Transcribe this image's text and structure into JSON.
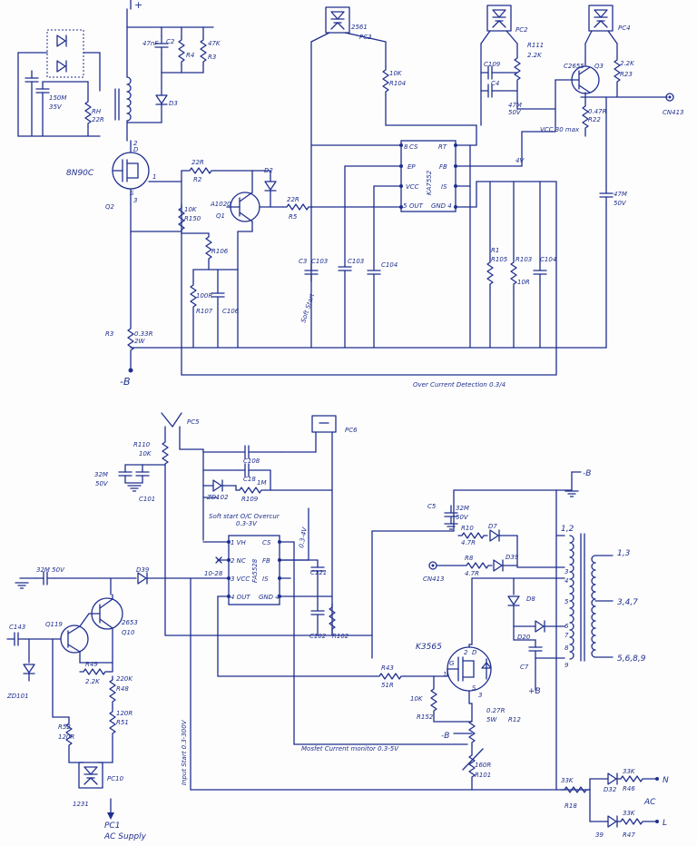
{
  "upper": {
    "vplus": "+",
    "vminus": "-B",
    "mosfet": {
      "part": "8N90C",
      "ref": "Q2",
      "gate_pin": "1",
      "drain_pin": "2",
      "source_pin": "3",
      "d": "D",
      "s": "S"
    },
    "r2": {
      "value": "22R",
      "ref": "R2"
    },
    "r150": {
      "value": "10K",
      "ref": "R150"
    },
    "r106": {
      "ref": "R106"
    },
    "r107": {
      "value": "100R",
      "ref": "R107"
    },
    "c106": {
      "ref": "C106"
    },
    "r3": {
      "ref": "R3",
      "value": "0.33R",
      "rating": "2W"
    },
    "q1": {
      "part": "A1020",
      "ref": "Q1"
    },
    "d2": "D2",
    "r5": {
      "value": "22R",
      "ref": "R5"
    },
    "d3": "D3",
    "c2": {
      "value": "47nF",
      "ref": "C2"
    },
    "r4": "R4",
    "r3top": {
      "value": "47K",
      "ref": "R3"
    },
    "bridge_c": {
      "value": "150M",
      "rating": "35V"
    },
    "r_small": {
      "value": "RH",
      "alt": "22R"
    },
    "pc3": {
      "label": "2561",
      "ref": "PC3"
    },
    "pc2": "PC2",
    "pc4": "PC4",
    "r104": {
      "value": "10K",
      "ref": "R104"
    },
    "r111": {
      "ref": "R111",
      "value": "2.2K"
    },
    "c109": "C109",
    "c4": "C4",
    "c47": {
      "value": "47M",
      "rating": "50V"
    },
    "q3": {
      "part": "C2655",
      "ref": "Q3"
    },
    "r23": {
      "value": "2.2K",
      "ref": "R23"
    },
    "r22": {
      "value": "0.47R",
      "ref": "R22"
    },
    "cn413": "CN413",
    "vcc": "VCC 30 max",
    "ic": {
      "name": "KA7552",
      "p8": "8",
      "p8n": "CS",
      "p7": "EP",
      "p6": "VCC",
      "p5": "5",
      "p5n": "OUT",
      "p1": "RT",
      "p2": "FB",
      "p3": "IS",
      "p4": "GND 4"
    },
    "v4": "4V",
    "c47b": {
      "value": "47M",
      "rating": "50V"
    },
    "c3": "C3",
    "c103": "C103",
    "c103b": "C103",
    "c104": "C104",
    "c104b": "C104",
    "soft": "Soft Start",
    "r1": {
      "ref": "R1",
      "val": "R105"
    },
    "r103": {
      "ref": "R103",
      "value": "10R"
    },
    "overcurrent": "Over Current Detection 0.3/4"
  },
  "lower": {
    "pc5": "PC5",
    "pc6": "PC6",
    "r110": {
      "ref": "R110",
      "value": "10K"
    },
    "c32": {
      "value": "32M",
      "rating": "50V"
    },
    "c101": "C101",
    "c108": "C108",
    "c18": "C18",
    "zd102": "ZD102",
    "r109": {
      "value": "1M",
      "ref": "R109"
    },
    "soft_note": "Soft start O/C Overcur",
    "soft_note2": "0.3-3V",
    "ic": {
      "name": "FA5528",
      "p1": "1 VH",
      "p2": "2 NC",
      "p3": "3 VCC",
      "p4": "4 OUT",
      "p8": "CS",
      "p7": "FB",
      "p6": "IS",
      "p5": "GND 4"
    },
    "v3": "0.3-4V",
    "c121": "C121",
    "c102": "C102",
    "r102": "R102",
    "v03": "10-28",
    "cap32": "32M 50V",
    "d39": "D39",
    "c143": "C143",
    "q119": "Q119",
    "q10": {
      "part": "2653",
      "ref": "Q10"
    },
    "r49": {
      "value": "2.2K",
      "ref": "R49"
    },
    "r48": {
      "value": "220K",
      "ref": "R48"
    },
    "r51": {
      "value": "120R",
      "ref": "R51"
    },
    "r52": {
      "ref": "R52",
      "value": "120R"
    },
    "zd101": "ZD101",
    "pc10": "PC10",
    "n1231": "1231",
    "pc1": "PC1",
    "acsupply": "AC Supply",
    "inputstart": "Input Start 0.3-300V",
    "cs": "C5",
    "c32b": {
      "value": "32M",
      "rating": "50V"
    },
    "r10": {
      "ref": "R10",
      "value": "4.7R"
    },
    "d7": "D7",
    "r8": {
      "ref": "R8",
      "value": "4.7R"
    },
    "d39b": "D39",
    "cn413": "CN413",
    "d8": "D8",
    "d20": "D20",
    "c7": "C7",
    "k3": "K3565",
    "mos": {
      "d": "D",
      "s": "S",
      "g": "G",
      "p1": "1",
      "p2": "2",
      "p3": "3"
    },
    "r43": {
      "ref": "R43",
      "value": "51R"
    },
    "r152": {
      "value": "10K",
      "ref": "R152"
    },
    "r12": {
      "value": "0.27R",
      "rating": "5W",
      "ref": "R12"
    },
    "r101": {
      "value": "160R",
      "ref": "R101"
    },
    "mosfet_note": "Mosfet Current monitor 0.3-5V",
    "minusb": "-B",
    "plusb": "+B",
    "minusb2": "-B",
    "tx": {
      "p12": "1,2",
      "p13": "1,3",
      "p347": "3,4,7",
      "p5689": "5,6,8,9",
      "n3": "3",
      "n4": "4",
      "n5": "5",
      "n6": "6",
      "n7": "7",
      "n8": "8",
      "n9": "9"
    },
    "r18": {
      "value": "33K",
      "ref": "R18"
    },
    "d32": "D32",
    "r46": {
      "value": "33K",
      "ref": "R46"
    },
    "r47": {
      "value": "33K",
      "ref": "R47"
    },
    "d34": "39",
    "n": "N",
    "l": "L",
    "ac": "AC"
  }
}
